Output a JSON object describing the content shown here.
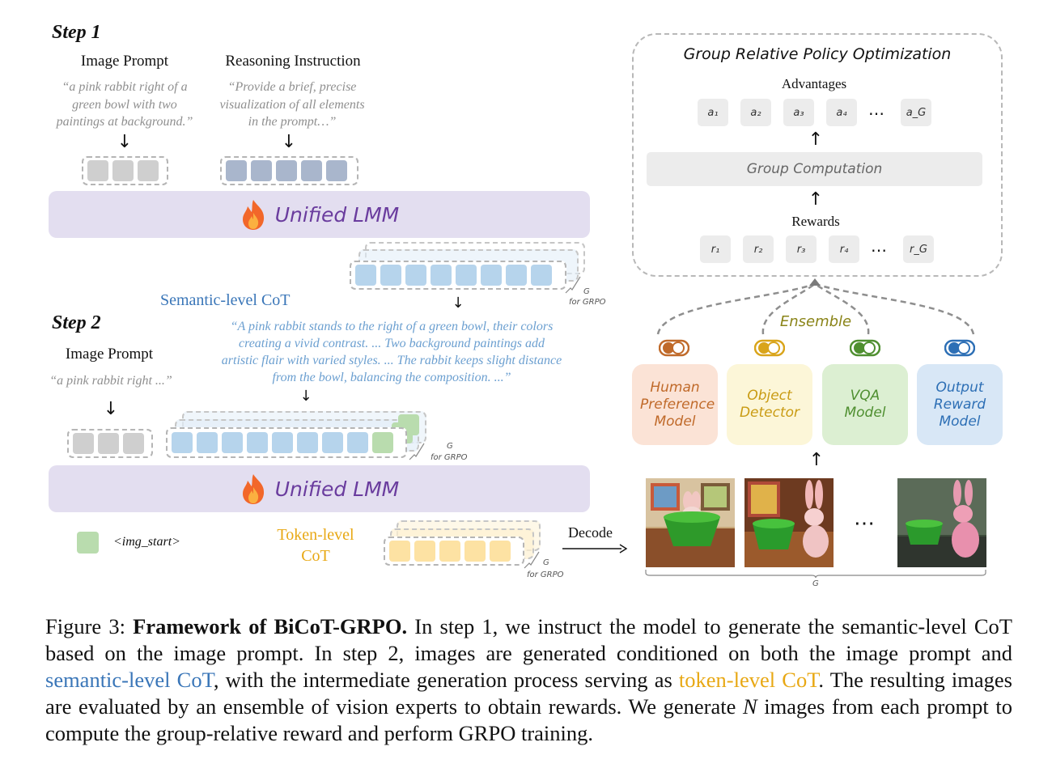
{
  "figure": {
    "step1_title": "Step 1",
    "step2_title": "Step 2",
    "step1_image_prompt_label": "Image Prompt",
    "step1_image_prompt_text": "“a pink rabbit right of a green bowl with two paintings at background.”",
    "reasoning_label": "Reasoning Instruction",
    "reasoning_text": "“Provide a brief, precise visualization of all elements in the prompt…”",
    "lmm_label": "Unified LMM",
    "semantic_cot_label": "Semantic-level CoT",
    "g_label": "G",
    "for_grpo": "for GRPO",
    "step2_image_prompt_label": "Image Prompt",
    "step2_image_prompt_text": "“a pink rabbit right ...”",
    "semantic_cot_text": "“A pink rabbit stands to the right of a green bowl, their colors creating a vivid contrast. ... Two background paintings add artistic flair with varied styles. ... The rabbit keeps slight distance from the bowl, balancing the composition. ...”",
    "img_start_label": "<img_start>",
    "token_cot_label": "Token-level CoT",
    "decode_label": "Decode",
    "grpo_title": "Group Relative Policy Optimization",
    "advantages_label": "Advantages",
    "advantages": [
      "a₁",
      "a₂",
      "a₃",
      "a₄",
      "⋯",
      "a_G"
    ],
    "group_computation_label": "Group Computation",
    "rewards_label": "Rewards",
    "rewards": [
      "r₁",
      "r₂",
      "r₃",
      "r₄",
      "⋯",
      "r_G"
    ],
    "ensemble_label": "Ensemble",
    "experts": [
      {
        "label": "Human Preference Model",
        "color": "#c06a2a",
        "bg": "#fbe3d6"
      },
      {
        "label": "Object Detector",
        "color": "#c99b13",
        "bg": "#fcf6d8"
      },
      {
        "label": "VQA Model",
        "color": "#4f8f30",
        "bg": "#dcefd2"
      },
      {
        "label": "Output Reward Model",
        "color": "#2d6fb5",
        "bg": "#d8e7f6"
      }
    ],
    "images_ellipsis": "⋯",
    "images_g_label": "G",
    "colors": {
      "gray_token": "#cfcfcf",
      "slate_token": "#a9b6cc",
      "blue_token": "#b6d4ec",
      "green_token": "#b9dcae",
      "yellow_token": "#fde2a3",
      "lmm_bg": "#e3def0",
      "lmm_text": "#6a3c9e"
    }
  },
  "caption": {
    "prefix": "Figure 3: ",
    "title": "Framework of BiCoT-GRPO.",
    "part1": " In step 1, we instruct the model to generate the semantic-level CoT based on the image prompt. In step 2, images are generated conditioned on both the image prompt and ",
    "semantic_link": "semantic-level CoT",
    "part2": ", with the intermediate generation process serving as ",
    "token_link": "token-level CoT",
    "part3": ". The resulting images are evaluated by an ensemble of vision experts to obtain rewards. We generate ",
    "n_symbol": "N",
    "part4": " images from each prompt to compute the group-relative reward and perform GRPO training."
  }
}
